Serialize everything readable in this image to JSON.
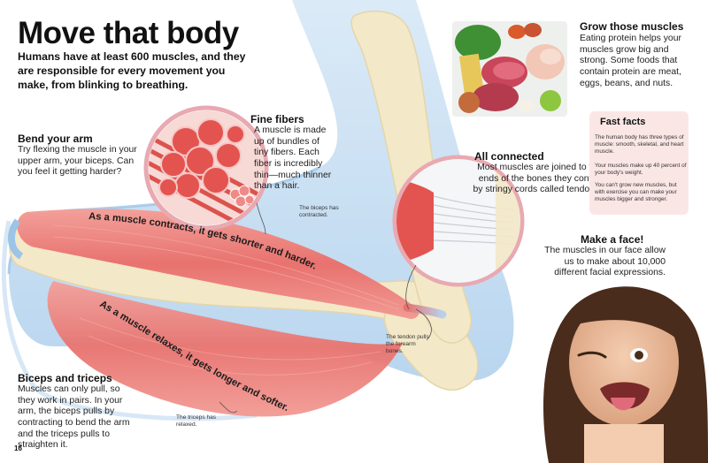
{
  "title": "Move that body",
  "intro": "Humans have at least 600 muscles, and they are responsible for every movement you make, from blinking to breathing.",
  "bend_arm": {
    "heading": "Bend your arm",
    "body": "Try flexing the muscle in your upper arm, your biceps. Can you feel it getting harder?"
  },
  "fine_fibers": {
    "heading": "Fine fibers",
    "body": "A muscle is made up of bundles of tiny fibers. Each fiber is incredibly thin—much thinner than a hair."
  },
  "all_connected": {
    "heading": "All connected",
    "body": "Most muscles are joined to the ends of the bones they control by stringy cords called tendons."
  },
  "grow_muscles": {
    "heading": "Grow those muscles",
    "body": "Eating protein helps your muscles grow big and strong. Some foods that contain protein are meat, eggs, beans, and nuts."
  },
  "fast_facts": {
    "heading": "Fast facts",
    "items": [
      "The human body has three types of muscle: smooth, skeletal, and heart muscle.",
      "Your muscles make up 40 percent of your body's weight.",
      "You can't grow new muscles, but with exercise you can make your muscles bigger and stronger."
    ]
  },
  "make_face": {
    "heading": "Make a face!",
    "body": "The muscles in our face allow us to make about 10,000 different facial expressions."
  },
  "biceps_triceps": {
    "heading": "Biceps and triceps",
    "body": "Muscles can only pull, so they work in pairs. In your arm, the biceps pulls by contracting to bend the arm and the triceps pulls to straighten it."
  },
  "captions": {
    "contract": "As a muscle contracts, it gets shorter and harder.",
    "relax": "As a muscle relaxes, it gets longer and softer."
  },
  "labels": {
    "biceps_contracted": "The biceps has contracted.",
    "tendon": "The tendon pulls the forearm bones.",
    "triceps_relaxed": "The triceps has relaxed."
  },
  "page_number": "16",
  "colors": {
    "arm_blue": "#cfe3f4",
    "arm_blue_edge": "#9cc4e6",
    "bone": "#f3e8c8",
    "muscle": "#ea7a76",
    "muscle_light": "#f4a6a0",
    "fact_box": "#fbe6e6",
    "circle_border": "#e8a9b1"
  }
}
